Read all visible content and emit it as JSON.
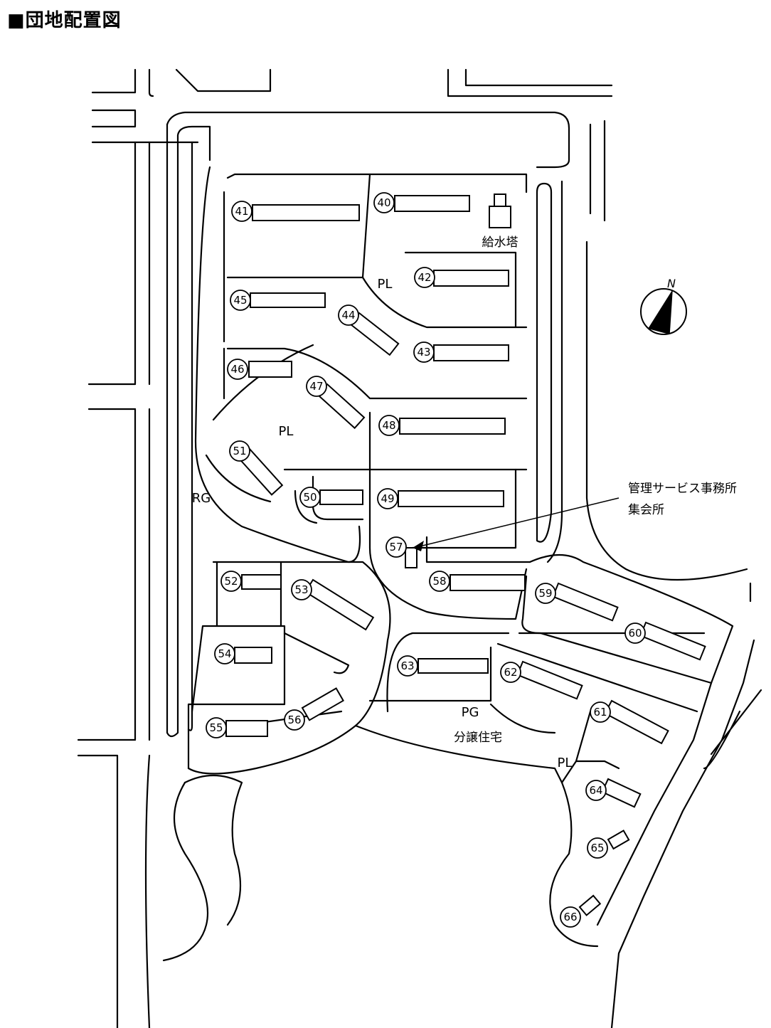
{
  "title": "■団地配置図",
  "buildings": [
    "40",
    "41",
    "42",
    "43",
    "44",
    "45",
    "46",
    "47",
    "48",
    "49",
    "50",
    "51",
    "52",
    "53",
    "54",
    "55",
    "56",
    "57",
    "58",
    "59",
    "60",
    "61",
    "62",
    "63",
    "64",
    "65",
    "66"
  ],
  "areas": {
    "pl_1": "PL",
    "pl_2": "PL",
    "pl_3": "PL",
    "rg": "RG",
    "pg": "PG",
    "condo": "分譲住宅",
    "water_tower": "給水塔"
  },
  "callout": {
    "line1": "管理サービス事務所",
    "line2": "集会所"
  },
  "north_arrow": {
    "label": "N"
  }
}
